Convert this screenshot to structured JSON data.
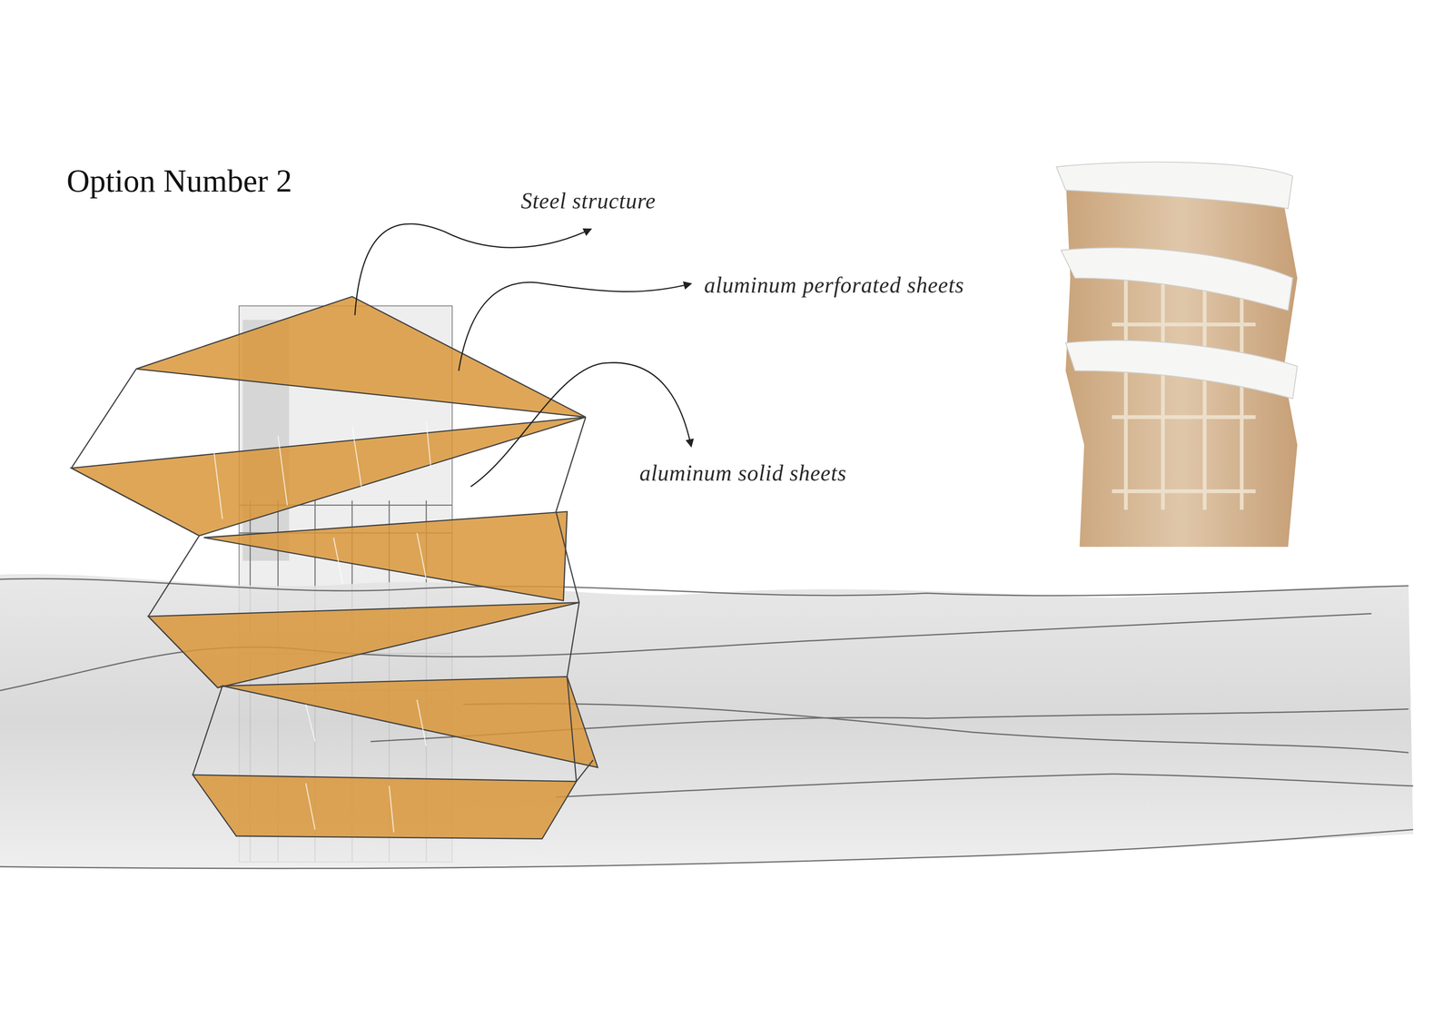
{
  "diagram": {
    "title": "Option Number 2",
    "labels": [
      "Steel structure",
      "aluminum perforated sheets",
      "aluminum solid sheets"
    ]
  }
}
